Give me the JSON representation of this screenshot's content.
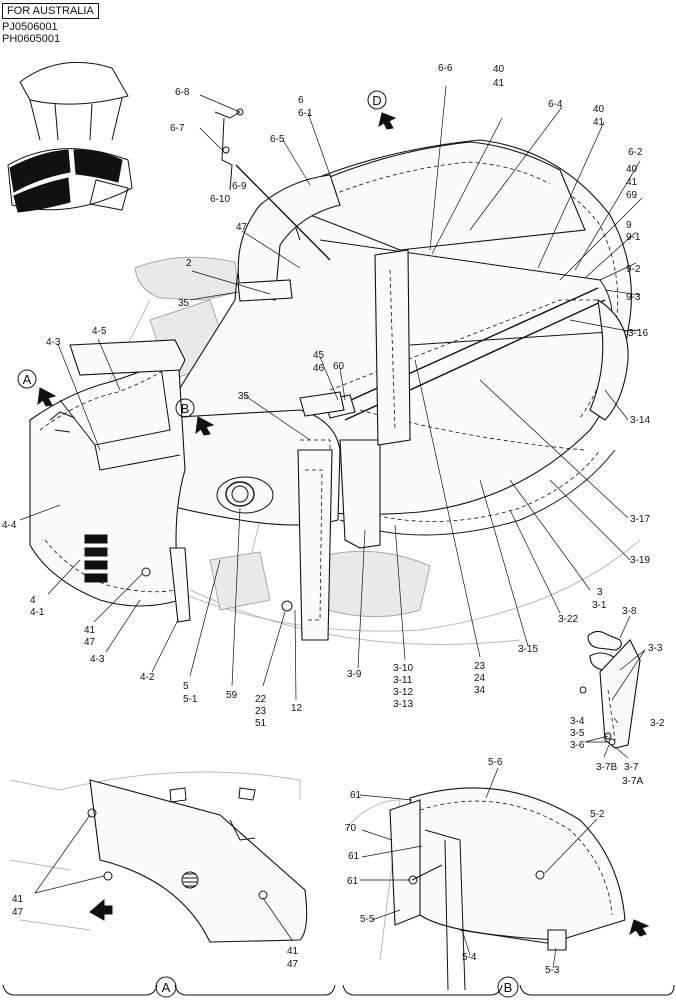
{
  "header": {
    "market_label": "FOR AUSTRALIA",
    "code_1": "PJ0506001",
    "code_2": "PH0605001"
  },
  "view_markers": [
    "A",
    "B",
    "D"
  ],
  "callouts": [
    {
      "id": "c01",
      "text": "6-8"
    },
    {
      "id": "c02",
      "text": "6-7"
    },
    {
      "id": "c03",
      "text": "6-9"
    },
    {
      "id": "c04",
      "text": "6-10"
    },
    {
      "id": "c05",
      "text": "6"
    },
    {
      "id": "c06",
      "text": "6-1"
    },
    {
      "id": "c07",
      "text": "6-5"
    },
    {
      "id": "c08",
      "text": "6-6"
    },
    {
      "id": "c09",
      "text": "40"
    },
    {
      "id": "c10",
      "text": "41"
    },
    {
      "id": "c11",
      "text": "6-4"
    },
    {
      "id": "c12",
      "text": "40"
    },
    {
      "id": "c13",
      "text": "41"
    },
    {
      "id": "c14",
      "text": "6-2"
    },
    {
      "id": "c15",
      "text": "40"
    },
    {
      "id": "c16",
      "text": "41"
    },
    {
      "id": "c17",
      "text": "69"
    },
    {
      "id": "c18",
      "text": "9"
    },
    {
      "id": "c19",
      "text": "9-1"
    },
    {
      "id": "c20",
      "text": "9-2"
    },
    {
      "id": "c21",
      "text": "9-3"
    },
    {
      "id": "c22",
      "text": "3-16"
    },
    {
      "id": "c23",
      "text": "3-14"
    },
    {
      "id": "c24",
      "text": "3-17"
    },
    {
      "id": "c25",
      "text": "3-19"
    },
    {
      "id": "c26",
      "text": "3"
    },
    {
      "id": "c27",
      "text": "3-1"
    },
    {
      "id": "c28",
      "text": "3-22"
    },
    {
      "id": "c29",
      "text": "3-15"
    },
    {
      "id": "c30",
      "text": "23"
    },
    {
      "id": "c31",
      "text": "24"
    },
    {
      "id": "c32",
      "text": "34"
    },
    {
      "id": "c33",
      "text": "3-10"
    },
    {
      "id": "c34",
      "text": "3-11"
    },
    {
      "id": "c35",
      "text": "3-12"
    },
    {
      "id": "c36",
      "text": "3-13"
    },
    {
      "id": "c37",
      "text": "3-9"
    },
    {
      "id": "c38",
      "text": "12"
    },
    {
      "id": "c39",
      "text": "22"
    },
    {
      "id": "c40",
      "text": "23"
    },
    {
      "id": "c41",
      "text": "51"
    },
    {
      "id": "c42",
      "text": "59"
    },
    {
      "id": "c43",
      "text": "5"
    },
    {
      "id": "c44",
      "text": "5-1"
    },
    {
      "id": "c45",
      "text": "4-2"
    },
    {
      "id": "c46",
      "text": "4-3"
    },
    {
      "id": "c47",
      "text": "41"
    },
    {
      "id": "c48",
      "text": "47"
    },
    {
      "id": "c49",
      "text": "4"
    },
    {
      "id": "c50",
      "text": "4-1"
    },
    {
      "id": "c51",
      "text": "4-4"
    },
    {
      "id": "c52",
      "text": "4-3"
    },
    {
      "id": "c53",
      "text": "4-5"
    },
    {
      "id": "c54",
      "text": "47"
    },
    {
      "id": "c55",
      "text": "2"
    },
    {
      "id": "c56",
      "text": "35"
    },
    {
      "id": "c57",
      "text": "35"
    },
    {
      "id": "c58",
      "text": "45"
    },
    {
      "id": "c59",
      "text": "46"
    },
    {
      "id": "c60",
      "text": "60"
    },
    {
      "id": "c61",
      "text": "3-8"
    },
    {
      "id": "c62",
      "text": "3-3"
    },
    {
      "id": "c63",
      "text": "3-2"
    },
    {
      "id": "c64",
      "text": "3-4"
    },
    {
      "id": "c65",
      "text": "3-5"
    },
    {
      "id": "c66",
      "text": "3-6"
    },
    {
      "id": "c67",
      "text": "3-7B"
    },
    {
      "id": "c68",
      "text": "3-7"
    },
    {
      "id": "c69",
      "text": "3-7A"
    },
    {
      "id": "c70",
      "text": "41"
    },
    {
      "id": "c71",
      "text": "47"
    },
    {
      "id": "c72",
      "text": "41"
    },
    {
      "id": "c73",
      "text": "47"
    },
    {
      "id": "c74",
      "text": "5-6"
    },
    {
      "id": "c75",
      "text": "61"
    },
    {
      "id": "c76",
      "text": "5-2"
    },
    {
      "id": "c77",
      "text": "70"
    },
    {
      "id": "c78",
      "text": "61"
    },
    {
      "id": "c79",
      "text": "61"
    },
    {
      "id": "c80",
      "text": "5-5"
    },
    {
      "id": "c81",
      "text": "5-4"
    },
    {
      "id": "c82",
      "text": "5-3"
    }
  ],
  "detail_captions": {
    "a": "A",
    "b": "B"
  }
}
